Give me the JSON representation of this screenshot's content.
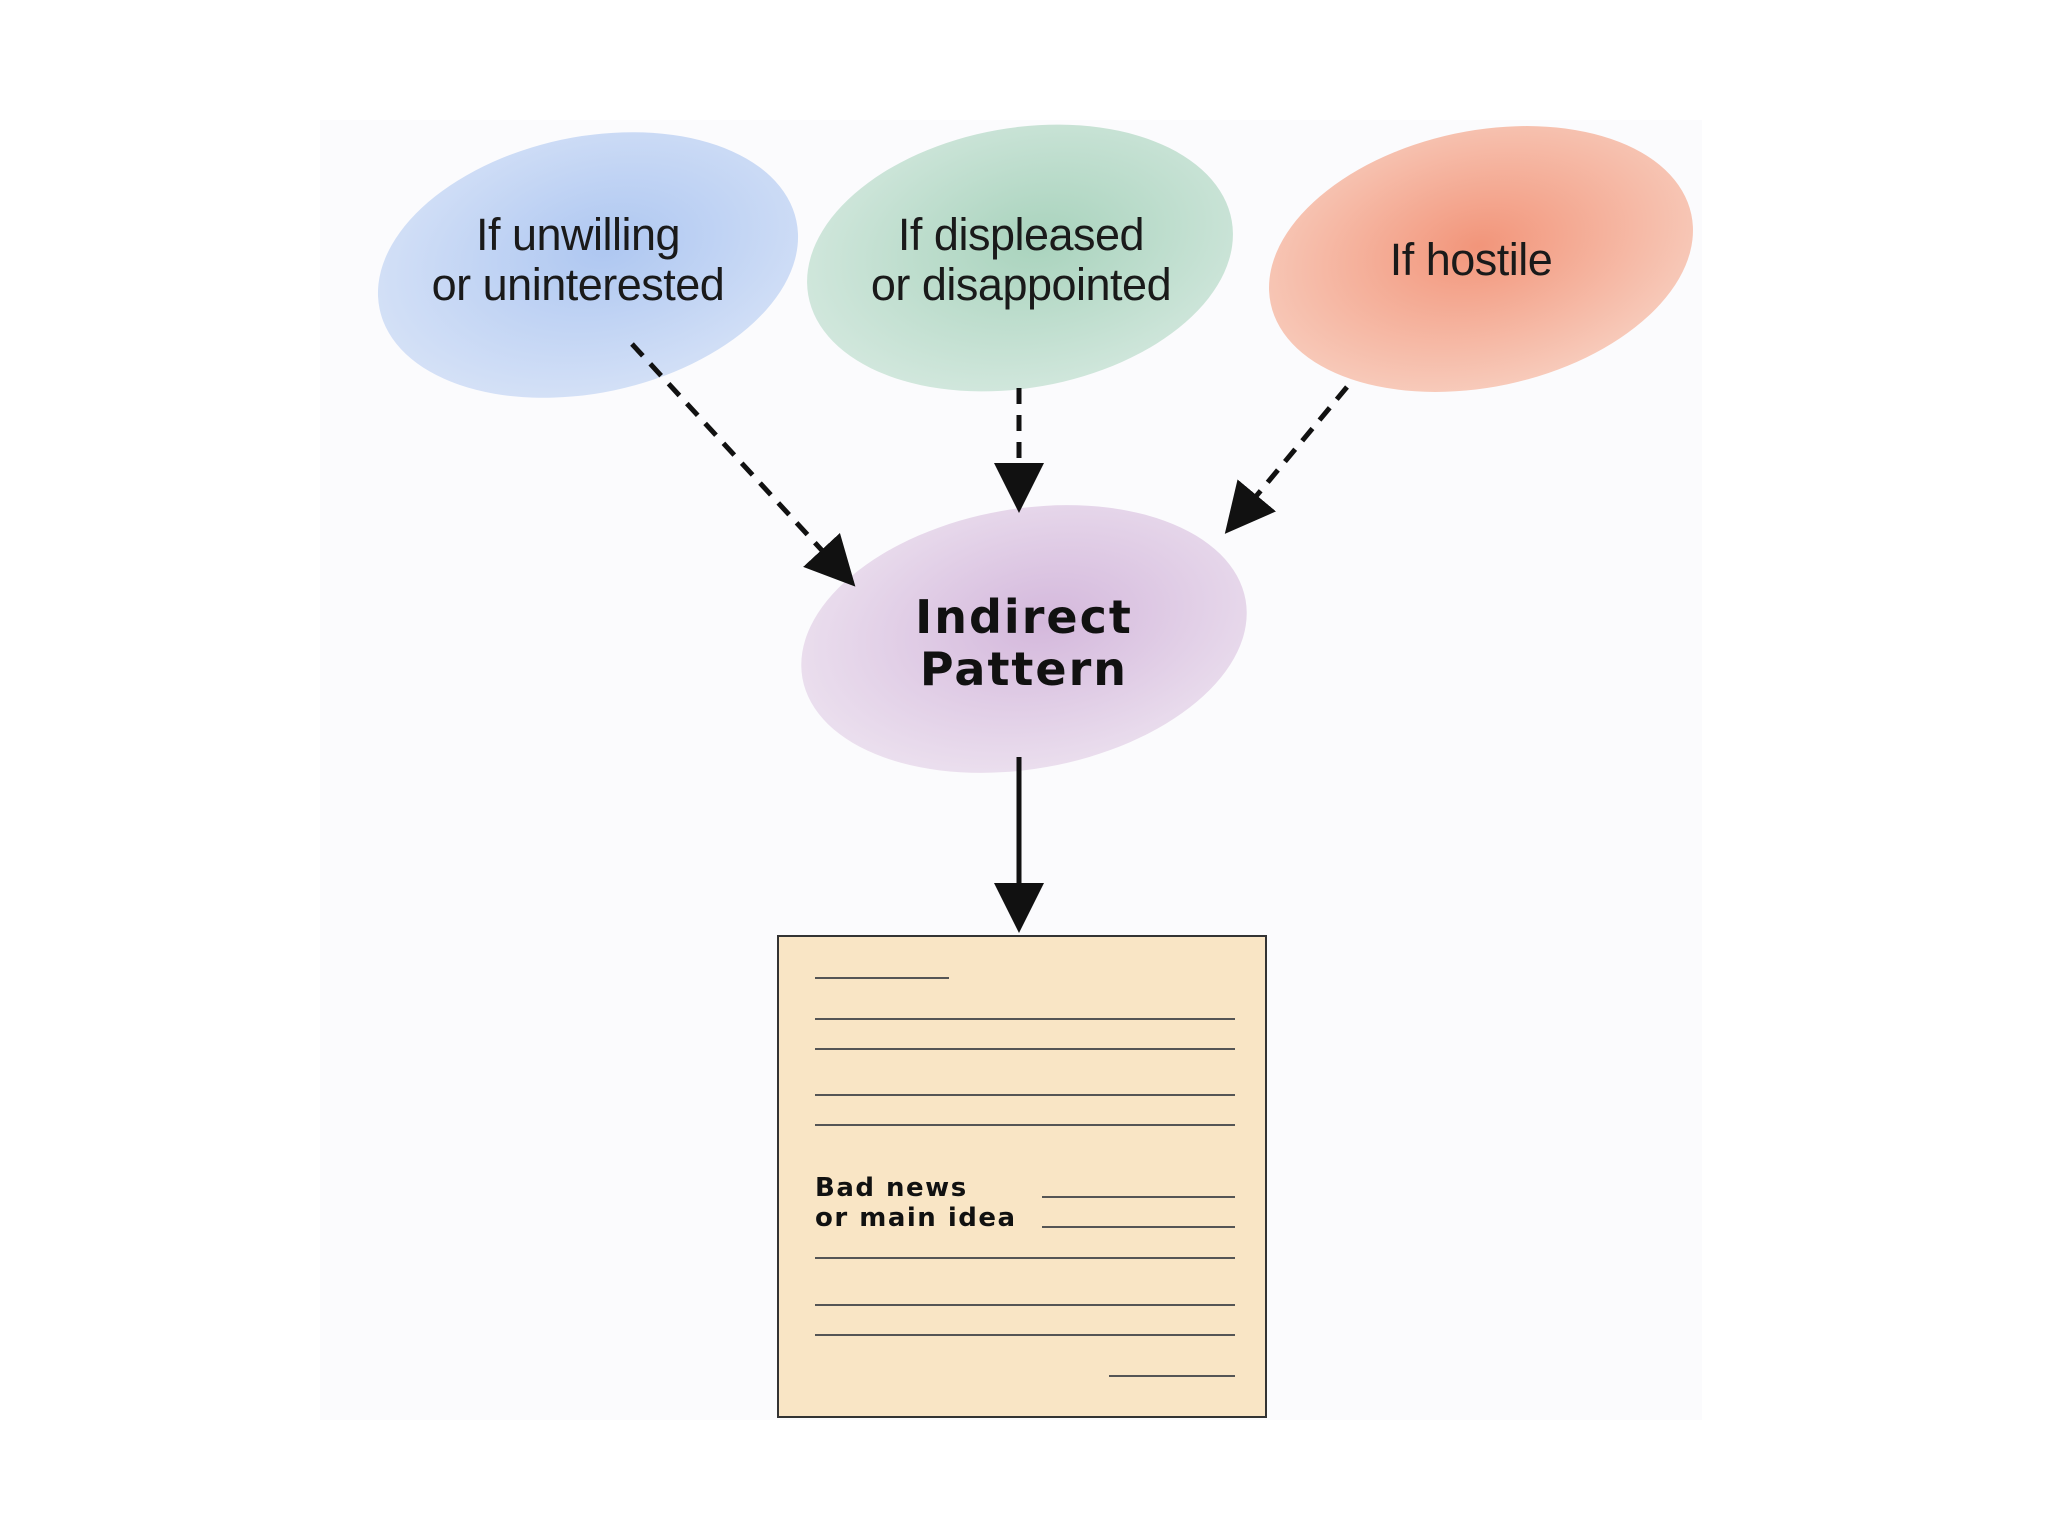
{
  "ovals": [
    {
      "id": "unwilling",
      "line1": "If unwilling",
      "line2": "or uninterested",
      "color": "#c7d7f4"
    },
    {
      "id": "displeased",
      "line1": "If displeased",
      "line2": "or disappointed",
      "color": "#c9e2d5"
    },
    {
      "id": "hostile",
      "line1": "If hostile",
      "color": "#f5b8a2"
    }
  ],
  "center": {
    "line1": "Indirect",
    "line2": "Pattern",
    "color": "#e3d0e6"
  },
  "document": {
    "text_line1": "Bad news",
    "text_line2": "or main idea",
    "paper_color": "#f9e5c5"
  }
}
